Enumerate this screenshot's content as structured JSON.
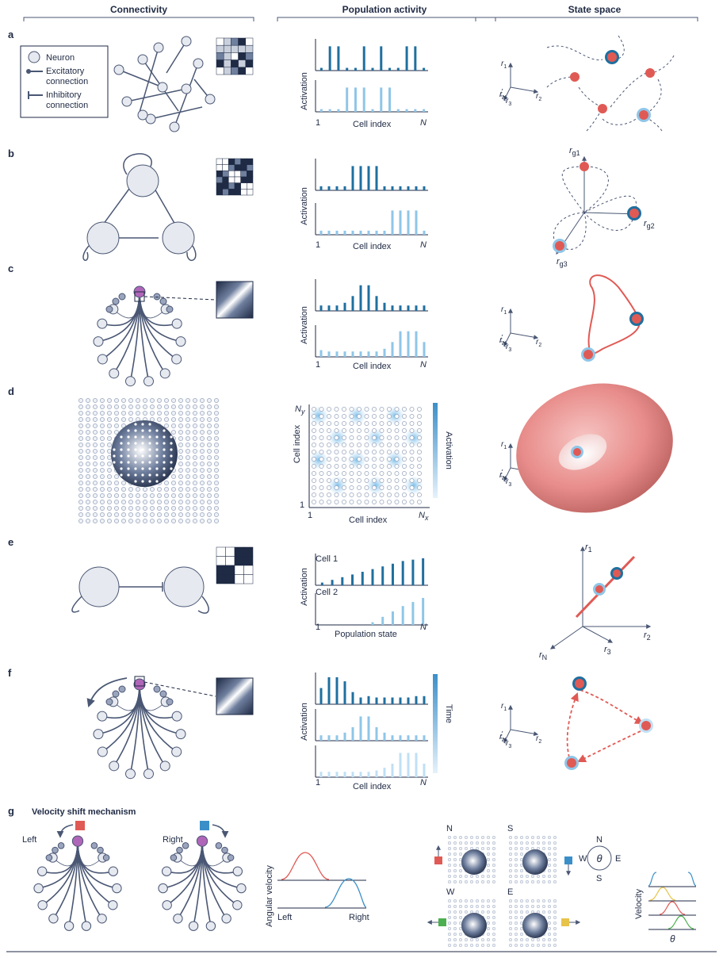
{
  "columns": {
    "connectivity": "Connectivity",
    "population": "Population activity",
    "state": "State space"
  },
  "panels": {
    "a": "a",
    "b": "b",
    "c": "c",
    "d": "d",
    "e": "e",
    "f": "f",
    "g": "g"
  },
  "legend": {
    "neuron": "Neuron",
    "excitatory_1": "Excitatory",
    "excitatory_2": "connection",
    "inhibitory_1": "Inhibitory",
    "inhibitory_2": "connection"
  },
  "axes": {
    "activation": "Activation",
    "cell_index": "Cell index",
    "one": "1",
    "n": "N",
    "population_state": "Population state",
    "cell1": "Cell 1",
    "cell2": "Cell 2",
    "time": "Time",
    "ny": "N",
    "ny_sub": "y",
    "nx": "N",
    "nx_sub": "x"
  },
  "state_axes": {
    "r1": "r",
    "r1_sub": "1",
    "r2": "r",
    "r2_sub": "2",
    "r3": "r",
    "r3_sub": "3",
    "rn": "r",
    "rn_sub": "N",
    "g1": "r",
    "g1_sub": "g1",
    "g2": "r",
    "g2_sub": "g2",
    "g3": "r",
    "g3_sub": "g3"
  },
  "g": {
    "title": "Velocity shift mechanism",
    "left": "Left",
    "right": "Right",
    "angular_velocity": "Angular velocity",
    "x_left": "Left",
    "x_right": "Right",
    "compass_n": "N",
    "compass_s": "S",
    "compass_w": "W",
    "compass_e": "E",
    "theta": "θ",
    "grid_n": "N",
    "grid_s": "S",
    "grid_w": "W",
    "grid_e": "E",
    "velocity": "Velocity",
    "theta_axis": "θ"
  },
  "colors": {
    "dark": "#1f6f9f",
    "light": "#8fc6e8",
    "lightest": "#bfe0f5",
    "neuron": "#e6e9ef",
    "line": "#4a5774",
    "red": "#e05a55",
    "torus": "#e88d8b"
  },
  "chart_data": [
    {
      "type": "bar",
      "panel": "a",
      "series": [
        {
          "values": [
            0.1,
            0.9,
            0.9,
            0.1,
            0.1,
            0.9,
            0.1,
            0.9,
            0.1,
            0.1,
            0.9,
            0.9,
            0.1
          ]
        },
        {
          "values": [
            0.1,
            0.1,
            0.1,
            0.9,
            0.9,
            0.9,
            0.1,
            0.9,
            0.9,
            0.1,
            0.1,
            0.1,
            0.1
          ]
        }
      ],
      "xlabel": "Cell index",
      "ylabel": "Activation"
    },
    {
      "type": "bar",
      "panel": "b",
      "series": [
        {
          "values": [
            0.15,
            0.15,
            0.15,
            0.15,
            0.9,
            0.9,
            0.9,
            0.9,
            0.15,
            0.15,
            0.15,
            0.15,
            0.15,
            0.15
          ]
        },
        {
          "values": [
            0.15,
            0.15,
            0.15,
            0.15,
            0.15,
            0.15,
            0.15,
            0.15,
            0.15,
            0.9,
            0.9,
            0.9,
            0.9,
            0.15
          ]
        }
      ],
      "xlabel": "Cell index",
      "ylabel": "Activation"
    },
    {
      "type": "bar",
      "panel": "c",
      "series": [
        {
          "values": [
            0.2,
            0.2,
            0.2,
            0.3,
            0.55,
            0.95,
            0.95,
            0.55,
            0.3,
            0.2,
            0.2,
            0.2,
            0.2,
            0.2
          ]
        },
        {
          "values": [
            0.25,
            0.2,
            0.2,
            0.2,
            0.2,
            0.2,
            0.2,
            0.2,
            0.3,
            0.55,
            0.95,
            0.95,
            0.95,
            0.55
          ]
        }
      ],
      "xlabel": "Cell index",
      "ylabel": "Activation"
    },
    {
      "type": "bar",
      "panel": "e",
      "series": [
        {
          "name": "Cell 1",
          "values": [
            0.1,
            0.2,
            0.3,
            0.4,
            0.5,
            0.6,
            0.7,
            0.8,
            0.9,
            0.95,
            1.0
          ]
        },
        {
          "name": "Cell 2",
          "values": [
            0,
            0,
            0,
            0,
            0,
            0.1,
            0.3,
            0.5,
            0.7,
            0.85,
            1.0
          ]
        }
      ],
      "xlabel": "Population state",
      "ylabel": "Activation"
    },
    {
      "type": "bar",
      "panel": "f",
      "series": [
        {
          "values": [
            0.6,
            1.0,
            1.0,
            0.85,
            0.45,
            0.25,
            0.3,
            0.25,
            0.25,
            0.25,
            0.25,
            0.25,
            0.3,
            0.3
          ]
        },
        {
          "values": [
            0.2,
            0.2,
            0.2,
            0.3,
            0.5,
            0.9,
            0.9,
            0.5,
            0.3,
            0.2,
            0.2,
            0.2,
            0.2,
            0.2
          ]
        },
        {
          "values": [
            0.2,
            0.2,
            0.2,
            0.2,
            0.2,
            0.2,
            0.2,
            0.25,
            0.35,
            0.5,
            0.9,
            0.9,
            0.9,
            0.5
          ]
        }
      ],
      "xlabel": "Cell index",
      "ylabel": "Activation"
    }
  ]
}
